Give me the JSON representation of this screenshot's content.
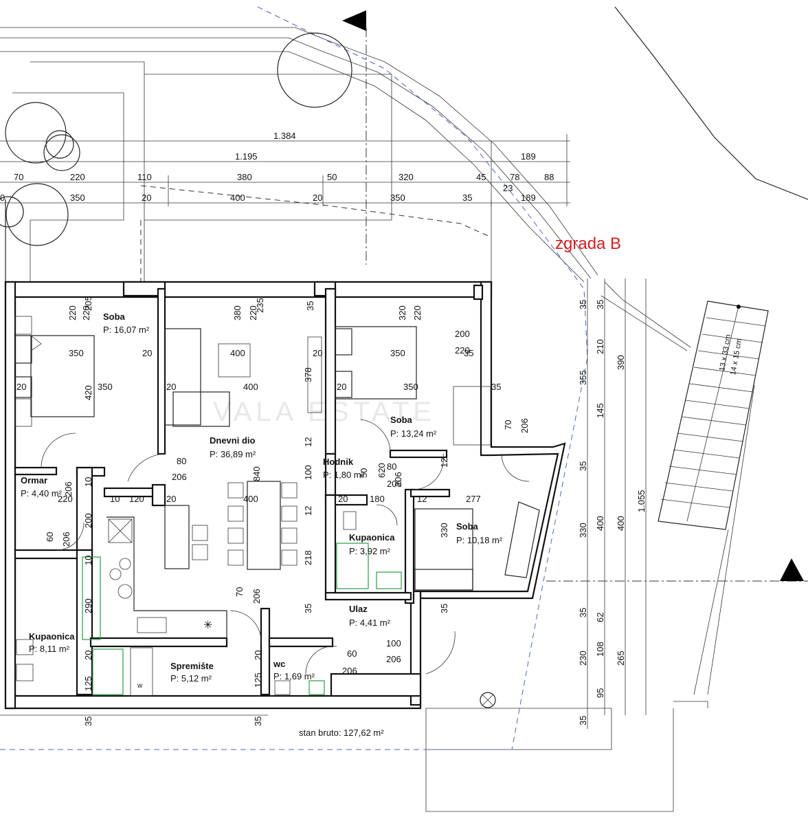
{
  "building_label": "zgrada B",
  "gross_area": "stan bruto: 127,62 m²",
  "watermark": "VALA ESTATE",
  "rooms": [
    {
      "name": "Soba",
      "area": "P: 16,07 m²"
    },
    {
      "name": "Dnevni dio",
      "area": "P: 36,89 m²"
    },
    {
      "name": "Soba",
      "area": "P: 13,24 m²"
    },
    {
      "name": "Hodnik",
      "area": "P: 1,80 m²"
    },
    {
      "name": "Ormar",
      "area": "P: 4,40 m²"
    },
    {
      "name": "Kupaonica",
      "area": "P: 3,92 m²"
    },
    {
      "name": "Soba",
      "area": "P: 10,18 m²"
    },
    {
      "name": "Ulaz",
      "area": "P: 4,41 m²"
    },
    {
      "name": "Kupaonica",
      "area": "P: 8,11 m²"
    },
    {
      "name": "Spremište",
      "area": "P: 5,12 m²"
    },
    {
      "name": "wc",
      "area": "P: 1,69 m²"
    }
  ],
  "stair_notes": [
    "13 x 33 cm",
    "14 x 15 cm"
  ],
  "dims_top": {
    "row1": [
      "1.384"
    ],
    "row2": [
      "1.195",
      "189"
    ],
    "row3": [
      "70",
      "220",
      "110",
      "380",
      "50",
      "320",
      "45",
      "78",
      "88",
      "23"
    ],
    "row4": [
      "0",
      "350",
      "20",
      "400",
      "20",
      "350",
      "35",
      "189"
    ]
  },
  "dims_right": [
    "35",
    "35",
    "355",
    "210",
    "390",
    "145",
    "35",
    "1.055",
    "330",
    "400",
    "400",
    "35",
    "62",
    "108",
    "265",
    "230",
    "95",
    "35"
  ],
  "dims_bottom": [
    "35",
    "35"
  ],
  "dims_interior": [
    "220",
    "220",
    "205",
    "380",
    "220",
    "235",
    "35",
    "320",
    "220",
    "350",
    "20",
    "400",
    "20",
    "350",
    "220",
    "200",
    "35",
    "20",
    "420",
    "350",
    "20",
    "400",
    "378",
    "20",
    "350",
    "35",
    "70",
    "206",
    "80",
    "206",
    "12",
    "100",
    "50",
    "620",
    "206",
    "80",
    "206",
    "12",
    "206",
    "220",
    "10",
    "10",
    "120",
    "20",
    "400",
    "20",
    "180",
    "12",
    "277",
    "200",
    "60",
    "206",
    "840",
    "12",
    "218",
    "330",
    "10",
    "290",
    "70",
    "206",
    "35",
    "35",
    "20",
    "125",
    "20",
    "125",
    "60",
    "206",
    "100",
    "206"
  ]
}
